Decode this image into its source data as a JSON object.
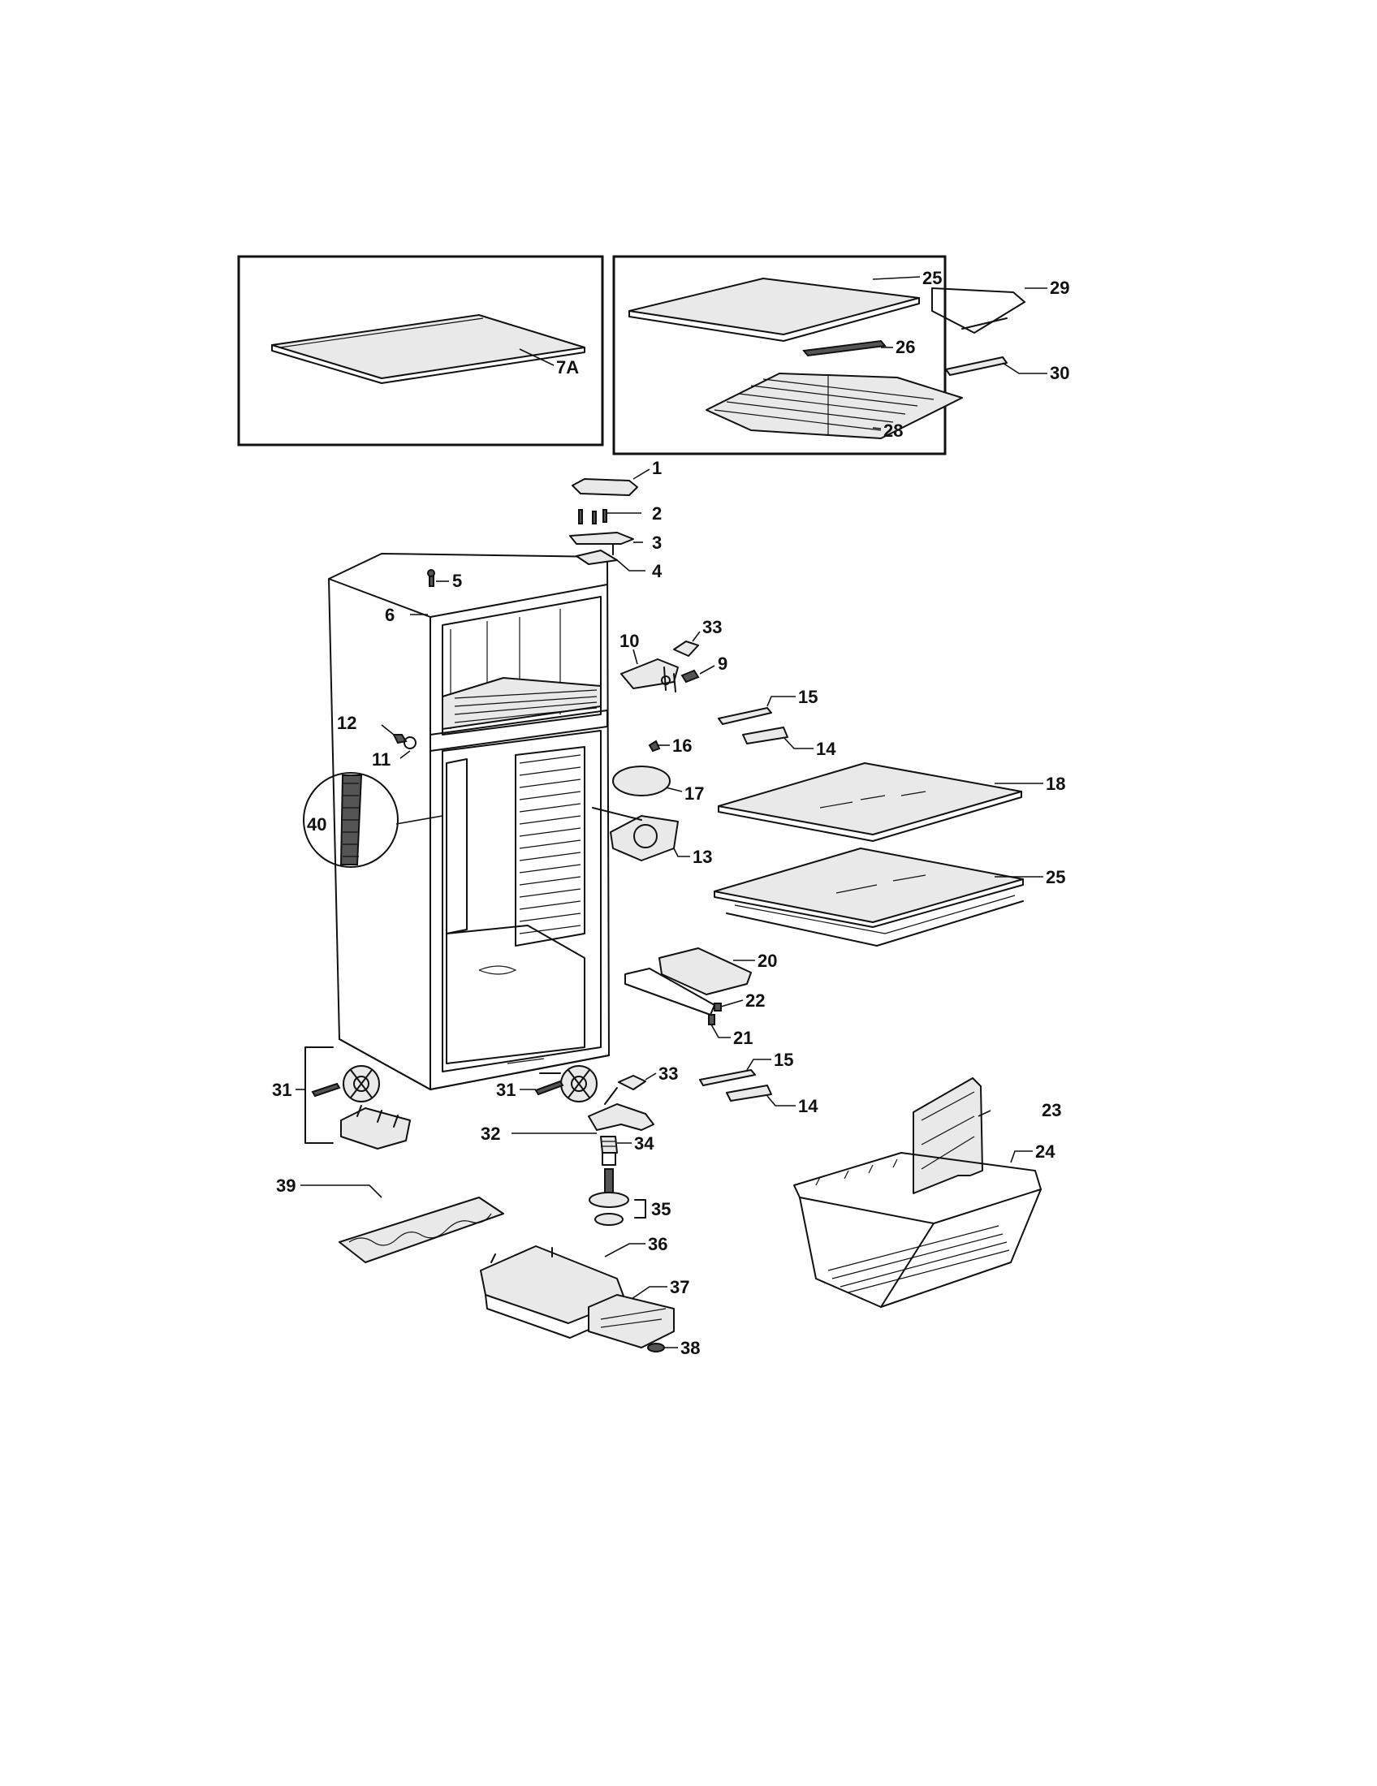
{
  "callouts": {
    "c7A": "7A",
    "c25a": "25",
    "c26": "26",
    "c28": "28",
    "c29": "29",
    "c30": "30",
    "c1": "1",
    "c2": "2",
    "c3": "3",
    "c4": "4",
    "c5": "5",
    "c6": "6",
    "c33a": "33",
    "c10": "10",
    "c9": "9",
    "c12": "12",
    "c11": "11",
    "c15a": "15",
    "c14a": "14",
    "c16": "16",
    "c17": "17",
    "c18": "18",
    "c40": "40",
    "c13": "13",
    "c25b": "25",
    "c20": "20",
    "c22": "22",
    "c21": "21",
    "c31a": "31",
    "c31b": "31",
    "c33b": "33",
    "c15b": "15",
    "c14b": "14",
    "c32": "32",
    "c34": "34",
    "c35": "35",
    "c23": "23",
    "c24": "24",
    "c39": "39",
    "c36": "36",
    "c37": "37",
    "c38": "38"
  },
  "style": {
    "ink": "#111111",
    "part_fill": "#e9e9e9"
  }
}
